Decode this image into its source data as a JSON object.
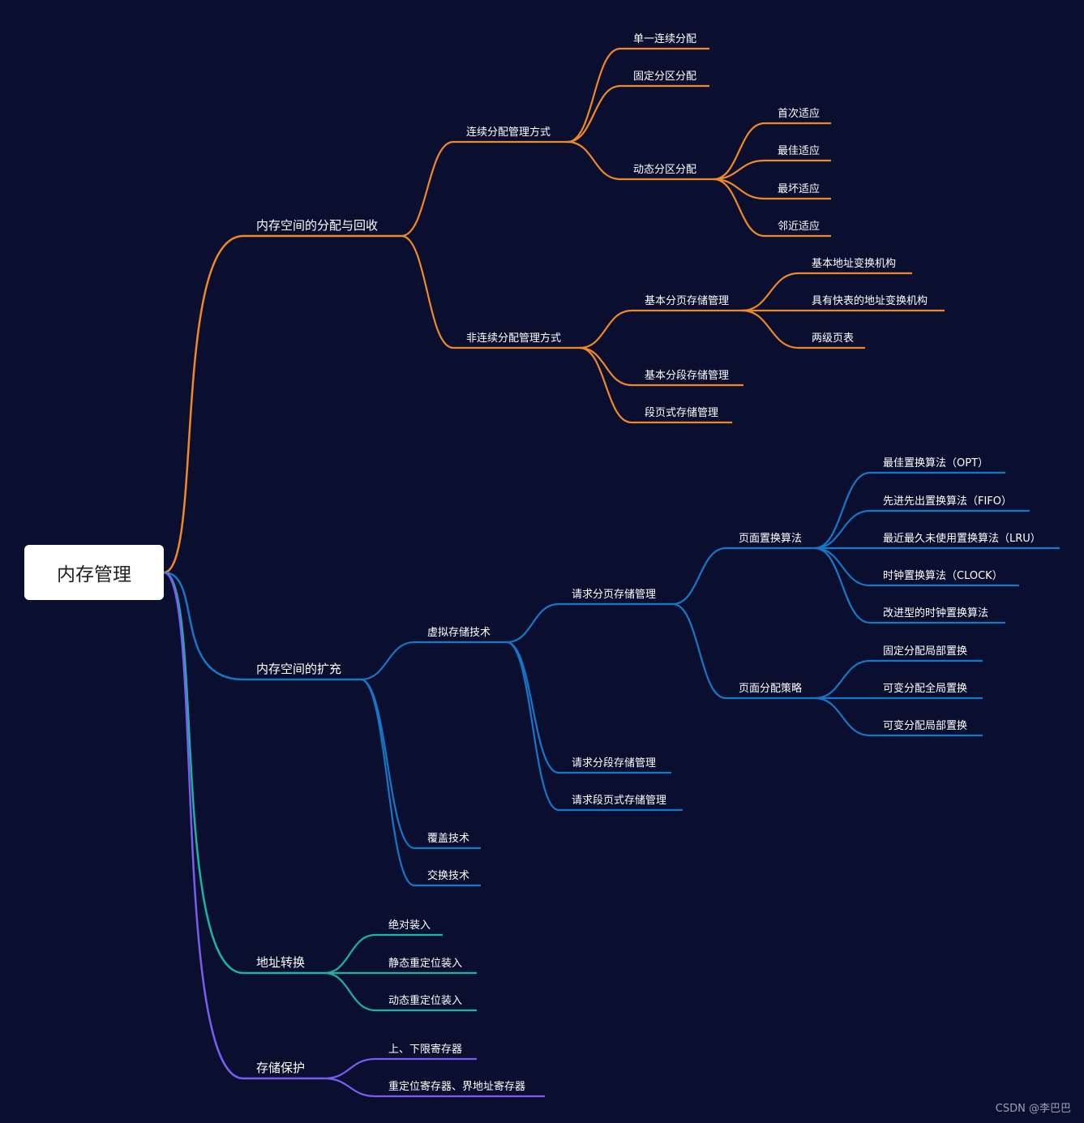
{
  "root": {
    "label": "内存管理",
    "children": [
      {
        "label": "内存空间的分配与回收",
        "color": "#f0882a",
        "children": [
          {
            "label": "连续分配管理方式",
            "children": [
              {
                "label": "单一连续分配"
              },
              {
                "label": "固定分区分配"
              },
              {
                "label": "动态分区分配",
                "children": [
                  {
                    "label": "首次适应"
                  },
                  {
                    "label": "最佳适应"
                  },
                  {
                    "label": "最坏适应"
                  },
                  {
                    "label": "邻近适应"
                  }
                ]
              }
            ]
          },
          {
            "label": "非连续分配管理方式",
            "children": [
              {
                "label": "基本分页存储管理",
                "children": [
                  {
                    "label": "基本地址变换机构"
                  },
                  {
                    "label": "具有快表的地址变换机构"
                  },
                  {
                    "label": "两级页表"
                  }
                ]
              },
              {
                "label": "基本分段存储管理"
              },
              {
                "label": "段页式存储管理"
              }
            ]
          }
        ]
      },
      {
        "label": "内存空间的扩充",
        "color": "#1677c8",
        "children": [
          {
            "label": "虚拟存储技术",
            "children": [
              {
                "label": "请求分页存储管理",
                "children": [
                  {
                    "label": "页面置换算法",
                    "children": [
                      {
                        "label": "最佳置换算法（OPT）"
                      },
                      {
                        "label": "先进先出置换算法（FIFO）"
                      },
                      {
                        "label": "最近最久未使用置换算法（LRU）"
                      },
                      {
                        "label": "时钟置换算法（CLOCK）"
                      },
                      {
                        "label": "改进型的时钟置换算法"
                      }
                    ]
                  },
                  {
                    "label": "页面分配策略",
                    "children": [
                      {
                        "label": "固定分配局部置换"
                      },
                      {
                        "label": "可变分配全局置换"
                      },
                      {
                        "label": "可变分配局部置换"
                      }
                    ]
                  }
                ]
              },
              {
                "label": "请求分段存储管理"
              },
              {
                "label": "请求段页式存储管理"
              }
            ]
          },
          {
            "label": "覆盖技术"
          },
          {
            "label": "交换技术"
          }
        ]
      },
      {
        "label": "地址转换",
        "color": "#1ab3a6",
        "children": [
          {
            "label": "绝对装入"
          },
          {
            "label": "静态重定位装入"
          },
          {
            "label": "动态重定位装入"
          }
        ]
      },
      {
        "label": "存储保护",
        "color": "#7b5cf0",
        "children": [
          {
            "label": "上、下限寄存器"
          },
          {
            "label": "重定位寄存器、界地址寄存器"
          }
        ]
      }
    ]
  },
  "watermark": "CSDN @李巴巴"
}
